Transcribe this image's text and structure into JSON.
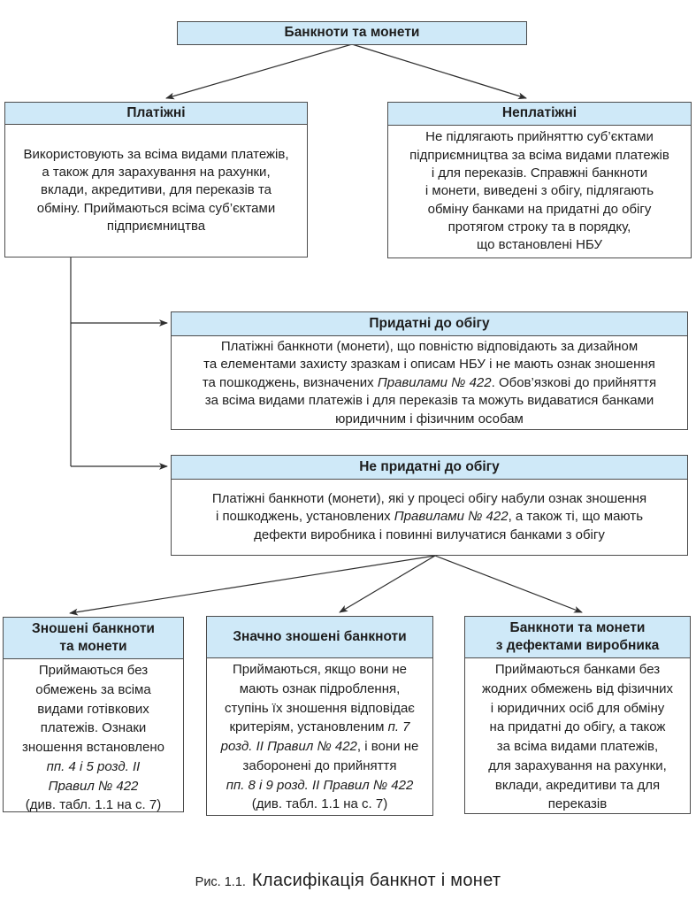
{
  "colors": {
    "header_fill": "#cfe9f8",
    "border": "#4c4c4c",
    "arrow": "#2e2e2e",
    "text": "#1d1d1d"
  },
  "diagram": {
    "root": {
      "title": "Банкноти та монети"
    },
    "payable": {
      "title": "Платіжні",
      "body": [
        {
          "t": "Використовують за всіма видами платежів,\nа також для зарахування на рахунки,\nвклади, акредитиви, для переказів та\nобміну. Приймаються всіма суб’єктами\nпідприємництва"
        }
      ]
    },
    "nonpayable": {
      "title": "Неплатіжні",
      "body": [
        {
          "t": "Не підлягають прийняттю суб’єктами\nпідприємництва за всіма видами платежів\nі для переказів. Справжні банкноти\nі монети, виведені з обігу, підлягають\nобміну банками на придатні до обігу\nпротягом строку та в порядку,\nщо встановлені НБУ"
        }
      ]
    },
    "fit": {
      "title": "Придатні до обігу",
      "body": [
        {
          "t": "Платіжні банкноти (монети), що повністю відповідають за дизайном\nта елементами захисту зразкам і описам НБУ і не мають ознак зношення\nта пошкоджень, визначених "
        },
        {
          "t": "Правилами № 422",
          "i": true
        },
        {
          "t": ". Обов’язкові до прийняття\nза всіма видами платежів і для переказів та можуть видаватися банками\nюридичним і фізичним особам"
        }
      ]
    },
    "unfit": {
      "title": "Не придатні до обігу",
      "body": [
        {
          "t": "Платіжні банкноти (монети), які у процесі обігу набули ознак зношення\nі пошкоджень, установлених "
        },
        {
          "t": "Правилами № 422",
          "i": true
        },
        {
          "t": ", а також ті, що мають\nдефекти виробника і повинні вилучатися банками з обігу"
        }
      ]
    },
    "worn": {
      "title": "Зношені банкноти\nта монети",
      "body": [
        {
          "t": "Приймаються без\nобмежень за всіма\nвидами готівкових\nплатежів. Ознаки\nзношення встановлено\n"
        },
        {
          "t": "пп. 4 і 5 розд. II\nПравил № 422",
          "i": true
        },
        {
          "t": "\n(див. табл. 1.1 на с. 7)"
        }
      ]
    },
    "heavily_worn": {
      "title": "Значно зношені банкноти",
      "body": [
        {
          "t": "Приймаються, якщо вони не\nмають ознак підроблення,\nступінь їх зношення відповідає\nкритеріям, установленим "
        },
        {
          "t": "п. 7\nрозд. II Правил № 422",
          "i": true
        },
        {
          "t": ", і вони не\nзаборонені до прийняття\n"
        },
        {
          "t": "пп. 8 і 9 розд. II Правил № 422",
          "i": true
        },
        {
          "t": "\n(див. табл. 1.1 на с. 7)"
        }
      ]
    },
    "defects": {
      "title": "Банкноти та монети\nз дефектами виробника",
      "body": [
        {
          "t": "Приймаються банками без\nжодних обмежень від фізичних\nі юридичних осіб для обміну\nна придатні до обігу, а також\nза всіма видами платежів,\nдля зарахування на рахунки,\nвклади, акредитиви та для\nпереказів"
        }
      ]
    },
    "caption": {
      "label": "Рис. 1.1.",
      "title": "Класифікація банкнот і монет"
    }
  }
}
